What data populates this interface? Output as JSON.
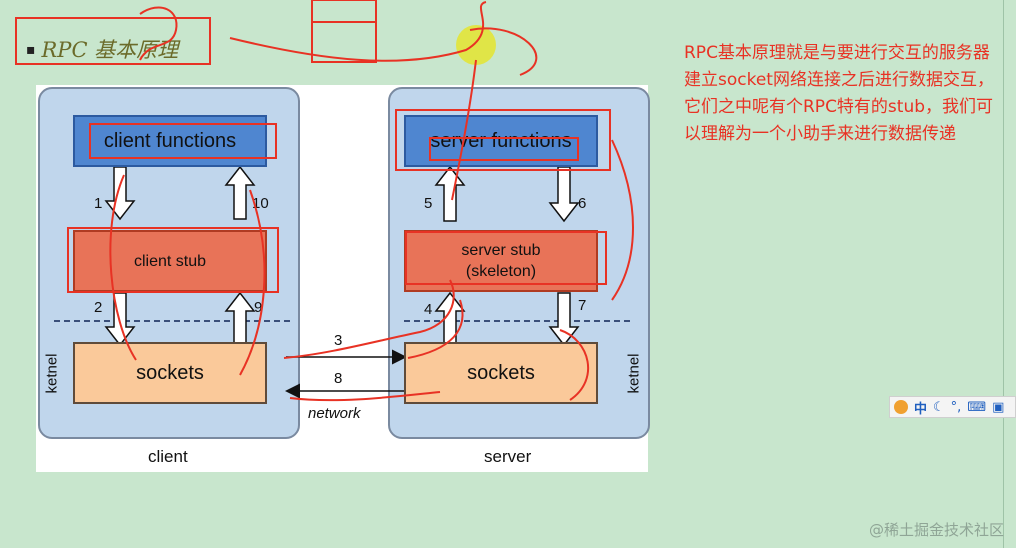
{
  "slide": {
    "bullet": "▪",
    "title": "RPC 基本原理",
    "note": "RPC基本原理就是与要进行交互的服务器建立socket网络连接之后进行数据交互，它们之中呢有个RPC特有的stub，我们可以理解为一个小助手来进行数据传递"
  },
  "diagram": {
    "client": {
      "caption": "client",
      "functions": "client functions",
      "stub": "client stub",
      "sockets": "sockets",
      "kernel_label": "ketnel"
    },
    "server": {
      "caption": "server",
      "functions": "server functions",
      "stub_line1": "server stub",
      "stub_line2": "(skeleton)",
      "sockets": "sockets",
      "kernel_label": "ketnel"
    },
    "network_label": "network",
    "steps": {
      "s1": "1",
      "s2": "2",
      "s3": "3",
      "s4": "4",
      "s5": "5",
      "s6": "6",
      "s7": "7",
      "s8": "8",
      "s9": "9",
      "s10": "10"
    },
    "colors": {
      "functions": "#4f86d0",
      "stub": "#e87358",
      "sockets": "#fac99a",
      "panel": "#c0d6ec",
      "annotation": "#e83224"
    }
  },
  "ime_toolbar": {
    "lang": "中",
    "icons": [
      "ime-logo-icon",
      "moon-icon",
      "punctuation-icon",
      "keyboard-icon",
      "shirt-icon"
    ]
  },
  "watermark": "@稀土掘金技术社区"
}
